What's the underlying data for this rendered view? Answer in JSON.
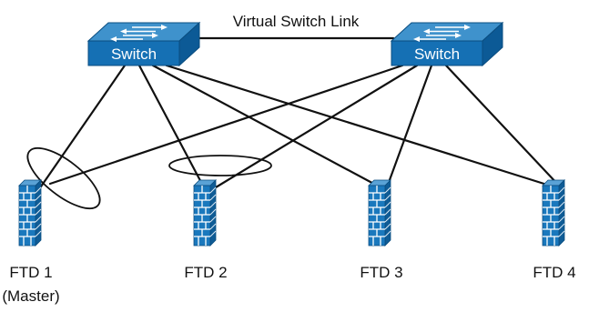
{
  "link_label": "Virtual Switch Link",
  "switches": [
    {
      "label": "Switch"
    },
    {
      "label": "Switch"
    }
  ],
  "firewalls": [
    {
      "name": "FTD 1",
      "role": "(Master)"
    },
    {
      "name": "FTD 2"
    },
    {
      "name": "FTD 3"
    },
    {
      "name": "FTD 4"
    }
  ],
  "colors": {
    "switch_front": "#1570b4",
    "switch_top": "#3f92cc",
    "switch_side": "#0c5a96",
    "firewall_face": "#1a78bd",
    "firewall_side": "#0f5c96",
    "line": "#111111"
  }
}
